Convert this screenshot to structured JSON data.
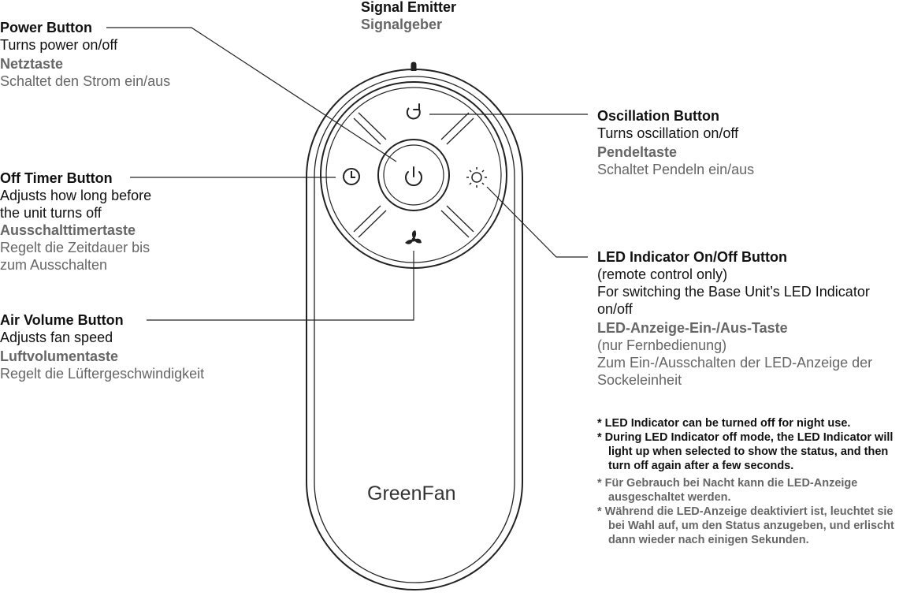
{
  "signal": {
    "en": "Signal Emitter",
    "de": "Signalgeber"
  },
  "power": {
    "en_title": "Power Button",
    "en_desc": "Turns power on/off",
    "de_title": "Netztaste",
    "de_desc": "Schaltet den Strom ein/aus"
  },
  "timer": {
    "en_title": "Off Timer Button",
    "en_desc1": "Adjusts how long before",
    "en_desc2": "the unit turns off",
    "de_title": "Ausschalttimertaste",
    "de_desc1": "Regelt die Zeitdauer bis",
    "de_desc2": "zum Ausschalten"
  },
  "air": {
    "en_title": "Air Volume Button",
    "en_desc": "Adjusts fan speed",
    "de_title": "Luftvolumentaste",
    "de_desc": "Regelt die Lüftergeschwindigkeit"
  },
  "osc": {
    "en_title": "Oscillation Button",
    "en_desc": "Turns oscillation on/off",
    "de_title": "Pendeltaste",
    "de_desc": "Schaltet Pendeln ein/aus"
  },
  "led": {
    "en_title": "LED Indicator On/Off Button",
    "en_desc1": "(remote control only)",
    "en_desc2": "For switching the Base Unit’s LED Indicator",
    "en_desc3": "on/off",
    "de_title": "LED-Anzeige-Ein-/Aus-Taste",
    "de_desc1": "(nur Fernbedienung)",
    "de_desc2": "Zum Ein-/Ausschalten der LED-Anzeige der",
    "de_desc3": "Sockeleinheit"
  },
  "notes": {
    "en1": "* LED Indicator can be turned off for night use.",
    "en2": "* During LED Indicator off mode, the LED Indicator will light up when selected to show the status, and then turn off again after a few seconds.",
    "de1": "* Für Gebrauch bei Nacht kann die LED-Anzeige ausgeschaltet werden.",
    "de2": "* Während die LED-Anzeige deaktiviert ist, leuchtet sie bei Wahl auf, um den Status anzugeben, und erlischt dann wieder nach einigen Sekunden."
  },
  "brand": "GreenFan",
  "icons": {
    "power": "power-icon",
    "timer": "clock-icon",
    "oscillation": "oscillation-icon",
    "led": "sun-icon",
    "air": "fan-icon"
  }
}
